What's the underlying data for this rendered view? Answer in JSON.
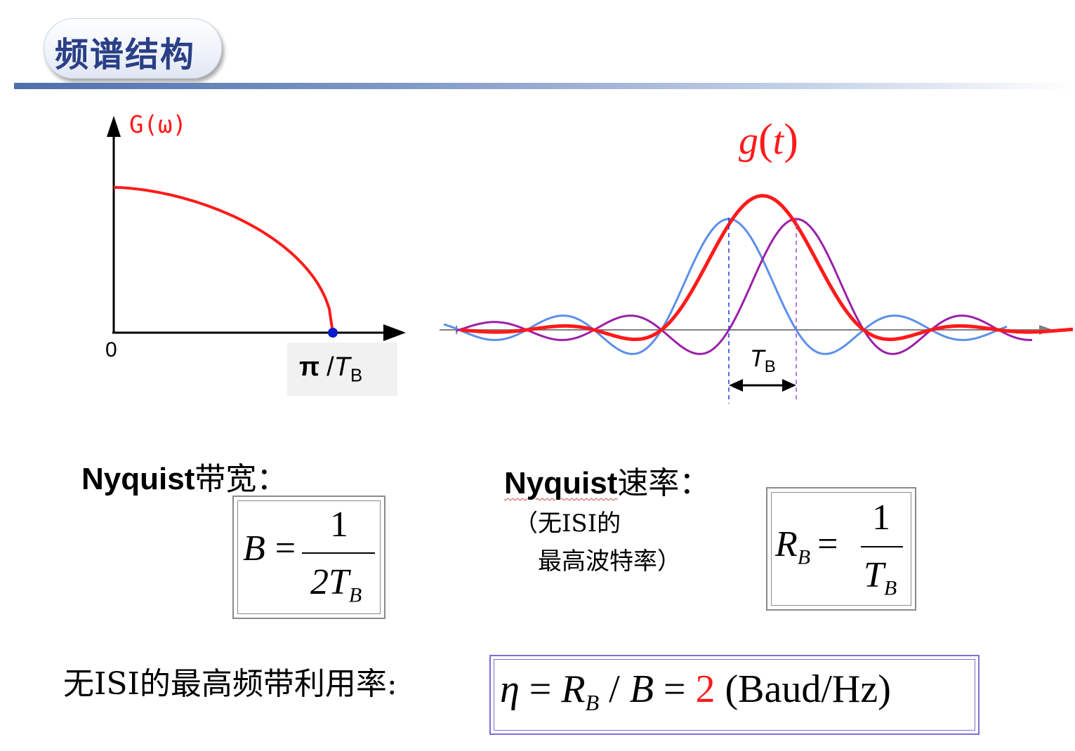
{
  "header": {
    "title": "频谱结构"
  },
  "left_plot": {
    "y_label": "G(ω)",
    "origin_label": "0",
    "x_tick_pi": "π",
    "x_tick_slash": "/",
    "x_tick_T": "T",
    "x_tick_sub": "B"
  },
  "right_plot": {
    "title_g": "g",
    "title_paren_open": "(",
    "title_t": "t",
    "title_paren_close": ")",
    "tb_label": "T",
    "tb_sub": "B"
  },
  "nyquist_bw": {
    "label_latin": "Nyquist",
    "label_cjk": "带宽：",
    "lhs": "B",
    "eq": "=",
    "numerator": "1",
    "denominator": "2T",
    "denominator_sub": "B"
  },
  "nyquist_rate": {
    "label_latin": "Nyquist",
    "label_cjk": "速率：",
    "note_line1": "（无ISI的",
    "note_line2": "最高波特率）",
    "lhs": "R",
    "lhs_sub": "B",
    "eq": "=",
    "numerator": "1",
    "denominator": "T",
    "denominator_sub": "B"
  },
  "efficiency": {
    "label": "无ISI的最高频带利用率:",
    "eta": "η",
    "eq1": "=",
    "R": "R",
    "R_sub": "B",
    "slash": "/",
    "B": "B",
    "eq2": "=",
    "value": "2",
    "unit": "(Baud/Hz)"
  },
  "colors": {
    "red": "#ff1a1a",
    "blue": "#5b8fe8",
    "purple": "#9a1fa8",
    "title_blue": "#2a3f86",
    "point_blue": "#0a1ad0"
  },
  "chart_data": [
    {
      "type": "line",
      "description_free": true,
      "series": [
        {
          "x": [
            0,
            0.25,
            0.5,
            0.75,
            0.9,
            1.0
          ],
          "y": [
            1.0,
            0.96,
            0.84,
            0.62,
            0.38,
            0.0
          ]
        }
      ],
      "x_ticks": [
        "0",
        "π/TB"
      ],
      "y_label": "G(ω)"
    },
    {
      "type": "line",
      "series": [
        {
          "shape": "sinc",
          "center": -0.5
        },
        {
          "shape": "sinc",
          "center": 0.5
        },
        {
          "shape": "sinc_sum"
        }
      ],
      "title": "g(t)",
      "annotation": "TB"
    }
  ]
}
